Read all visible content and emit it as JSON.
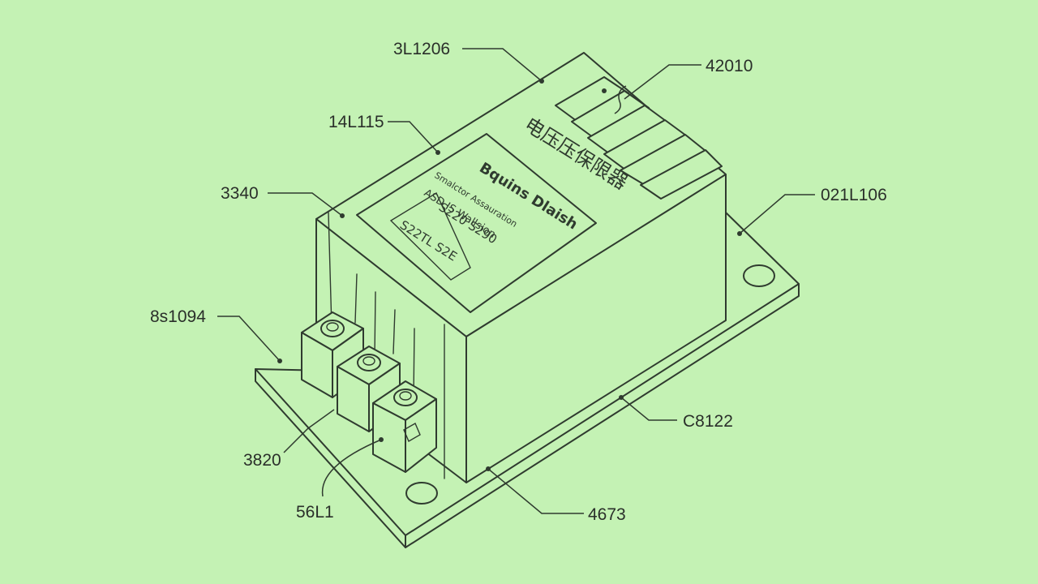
{
  "diagram": {
    "callouts": [
      {
        "id": "c1",
        "text": "3L1206"
      },
      {
        "id": "c2",
        "text": "42010"
      },
      {
        "id": "c3",
        "text": "14L115"
      },
      {
        "id": "c4",
        "text": "3340"
      },
      {
        "id": "c5",
        "text": "021L106"
      },
      {
        "id": "c6",
        "text": "8s1094"
      },
      {
        "id": "c7",
        "text": "C8122"
      },
      {
        "id": "c8",
        "text": "3820"
      },
      {
        "id": "c9",
        "text": "56L1"
      },
      {
        "id": "c10",
        "text": "4673"
      }
    ],
    "nameplate": {
      "chinese_title": "电压压保限器",
      "line_a": "Bquins Dlaish",
      "line_b": "Smalctor Assauration",
      "line_c": "ASD IS Wallsion",
      "line_d": "S220 S290",
      "line_e": "S22TL S2E"
    },
    "colors": {
      "background": "#c4f2b4",
      "line": "#2f3b2f"
    }
  }
}
